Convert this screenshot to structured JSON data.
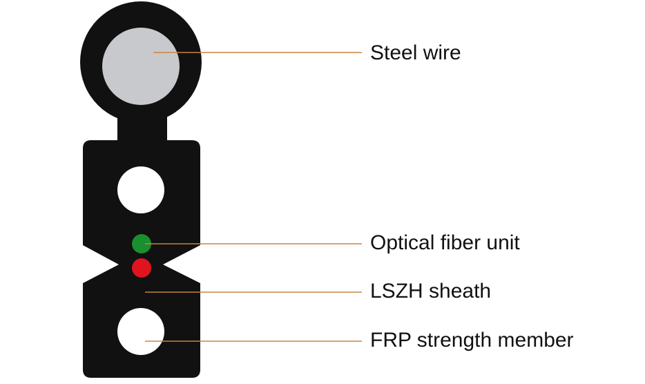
{
  "colors": {
    "sheath": "#111111",
    "steel": "#c8c9cc",
    "frp": "#ffffff",
    "fiber_green": "#1a8f2e",
    "fiber_red": "#e0141e",
    "leader": "#c8843f",
    "text": "#111111"
  },
  "labels": {
    "steel_wire": "Steel wire",
    "optical_fiber_unit": "Optical fiber unit",
    "lszh_sheath": "LSZH sheath",
    "frp_strength_member": "FRP strength member"
  }
}
